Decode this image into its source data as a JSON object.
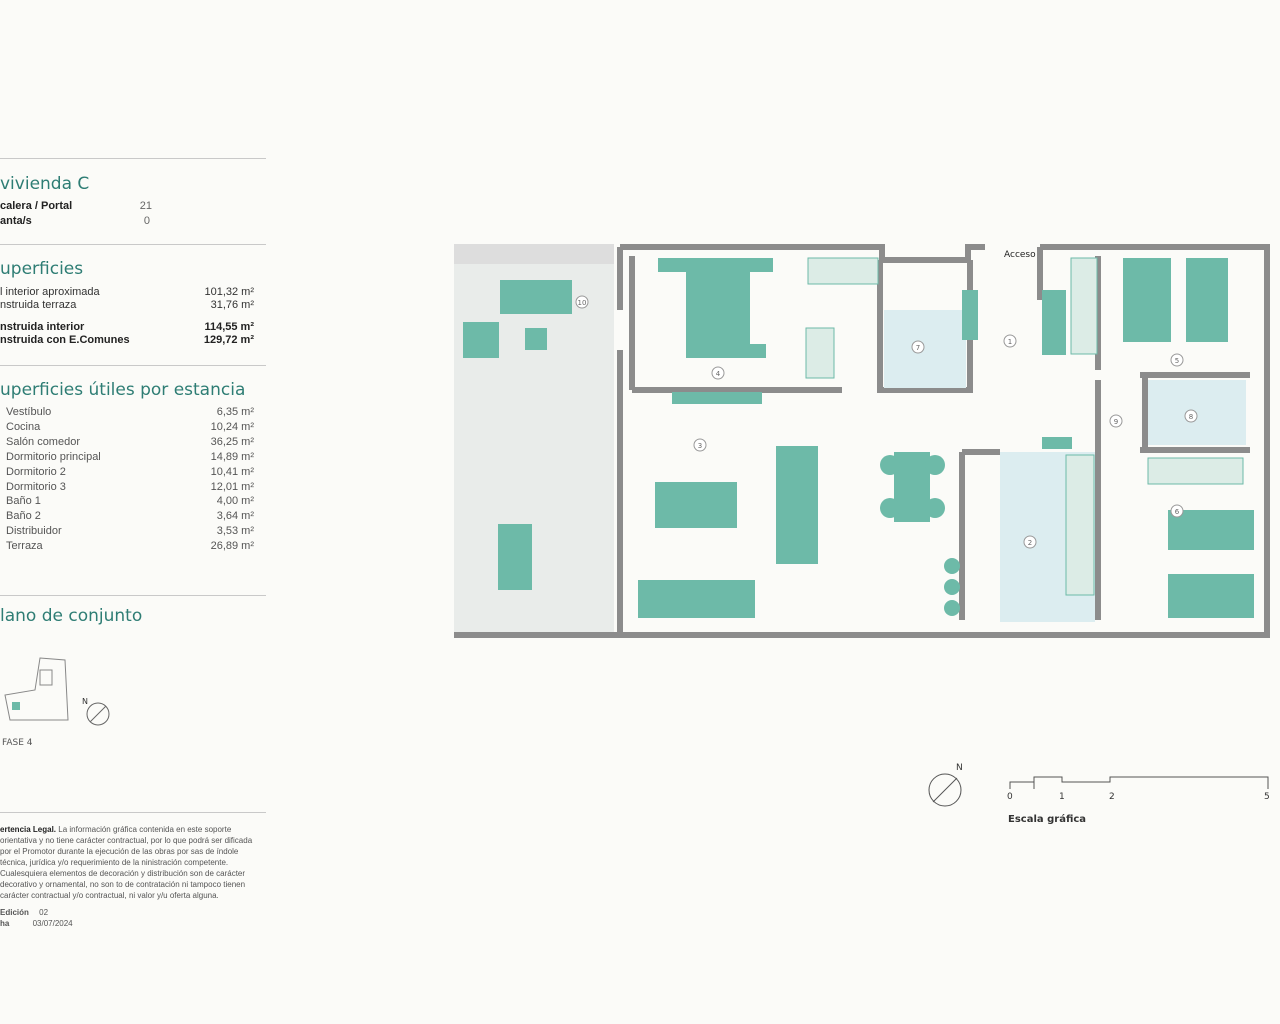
{
  "header": {
    "title": "vivienda C",
    "fields": [
      {
        "label": "calera / Portal",
        "value": "21"
      },
      {
        "label": "anta/s",
        "value": "0"
      }
    ]
  },
  "superficies": {
    "title": "uperficies",
    "rows": [
      {
        "label": "l interior aproximada",
        "value": "101,32 m²",
        "bold": false
      },
      {
        "label": "nstruida terraza",
        "value": "31,76 m²",
        "bold": false
      },
      {
        "label": "nstruida interior",
        "value": "114,55 m²",
        "bold": true
      },
      {
        "label": "nstruida con E.Comunes",
        "value": "129,72 m²",
        "bold": true
      }
    ]
  },
  "utiles": {
    "title": "uperficies útiles por estancia",
    "rows": [
      {
        "label": "Vestíbulo",
        "value": "6,35 m²"
      },
      {
        "label": "Cocina",
        "value": "10,24 m²"
      },
      {
        "label": "Salón comedor",
        "value": "36,25 m²"
      },
      {
        "label": "Dormitorio principal",
        "value": "14,89 m²"
      },
      {
        "label": "Dormitorio 2",
        "value": "10,41 m²"
      },
      {
        "label": "Dormitorio 3",
        "value": "12,01 m²"
      },
      {
        "label": "Baño 1",
        "value": "4,00 m²"
      },
      {
        "label": "Baño 2",
        "value": "3,64 m²"
      },
      {
        "label": "Distribuidor",
        "value": "3,53 m²"
      },
      {
        "label": "Terraza",
        "value": "26,89 m²"
      }
    ]
  },
  "conjunto": {
    "title": "lano de conjunto",
    "phase": "FASE 4",
    "north": "N"
  },
  "legal": {
    "lead": "ertencia Legal.",
    "text": "La información gráfica contenida en este soporte orientativa y no tiene carácter contractual, por lo que podrá ser dificada por el Promotor durante la ejecución de las obras por sas de índole técnica, jurídica y/o requerimiento de la ninistración competente. Cualesquiera elementos de decoración y distribución son de carácter decorativo y ornamental, no son to de contratación ni tampoco tienen carácter contractual y/o contractual, ni valor y/u oferta alguna.",
    "edicion_label": "Edición",
    "edicion": "02",
    "fecha_label": "ha",
    "fecha": "03/07/2024"
  },
  "plan": {
    "access_label": "Acceso",
    "room_numbers": [
      "1",
      "2",
      "3",
      "4",
      "5",
      "6",
      "7",
      "8",
      "9",
      "10"
    ],
    "colors": {
      "furniture": "#6dbaa8",
      "wet": "#dcedf0",
      "wall": "#8c8c8c",
      "terrace": "#e9ecea"
    }
  },
  "scale": {
    "title": "Escala gráfica",
    "ticks": [
      "0",
      "1",
      "2",
      "5"
    ],
    "north": "N"
  }
}
